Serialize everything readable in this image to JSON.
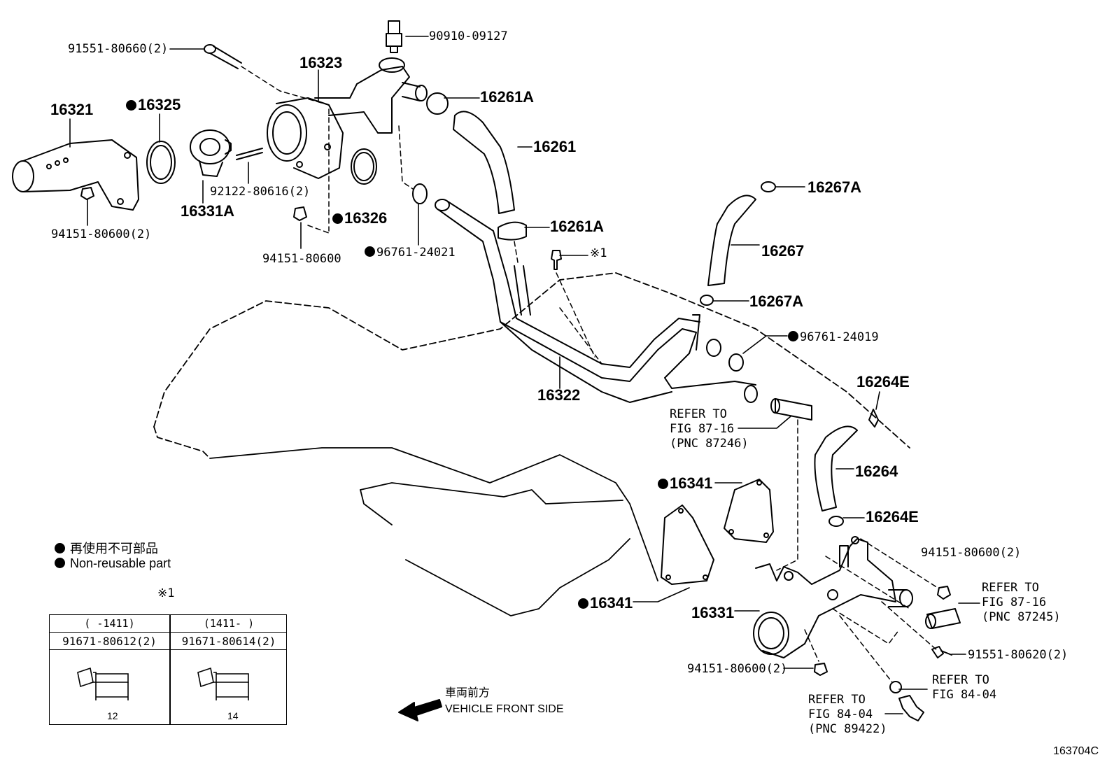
{
  "parts": {
    "p91551_80660": "91551-80660(2)",
    "p90910_09127": "90910-09127",
    "p16323": "16323",
    "p16261A_top": "16261A",
    "p16321": "16321",
    "p16325": "16325",
    "p16261": "16261",
    "p16267A_top": "16267A",
    "p92122_80616": "92122-80616(2)",
    "p16331A": "16331A",
    "p16326": "16326",
    "p16261A_mid": "16261A",
    "p94151_80600_2_left": "94151-80600(2)",
    "p16267": "16267",
    "p96761_24021": "96761-24021",
    "p94151_80600": "94151-80600",
    "ref_mark": "※1",
    "p16267A_bot": "16267A",
    "p96761_24019": "96761-24019",
    "p16264E_top": "16264E",
    "p16322": "16322",
    "p16264": "16264",
    "p16341_top": "16341",
    "p16264E_bot": "16264E",
    "p94151_80600_2_right": "94151-80600(2)",
    "p16341_bot": "16341",
    "p16331": "16331",
    "p91551_80620": "91551-80620(2)",
    "p94151_80600_2_bottom": "94151-80600(2)"
  },
  "refs": {
    "r87246_1": "REFER TO",
    "r87246_2": "FIG 87-16",
    "r87246_3": "(PNC 87246)",
    "r87245_1": "REFER TO",
    "r87245_2": "FIG 87-16",
    "r87245_3": "(PNC 87245)",
    "r8404a_1": "REFER TO",
    "r8404a_2": "FIG 84-04",
    "r89422_1": "REFER TO",
    "r89422_2": "FIG 84-04",
    "r89422_3": "(PNC 89422)"
  },
  "legend": {
    "jp": "再使用不可部品",
    "en": "Non-reusable part"
  },
  "table": {
    "mark": "※1",
    "col1_range": "(     -1411)",
    "col2_range": "(1411-     )",
    "col1_part": "91671-80612(2)",
    "col2_part": "91671-80614(2)",
    "col1_dim": "12",
    "col2_dim": "14"
  },
  "front": {
    "jp": "車両前方",
    "en": "VEHICLE FRONT SIDE"
  },
  "figure_code": "163704C"
}
